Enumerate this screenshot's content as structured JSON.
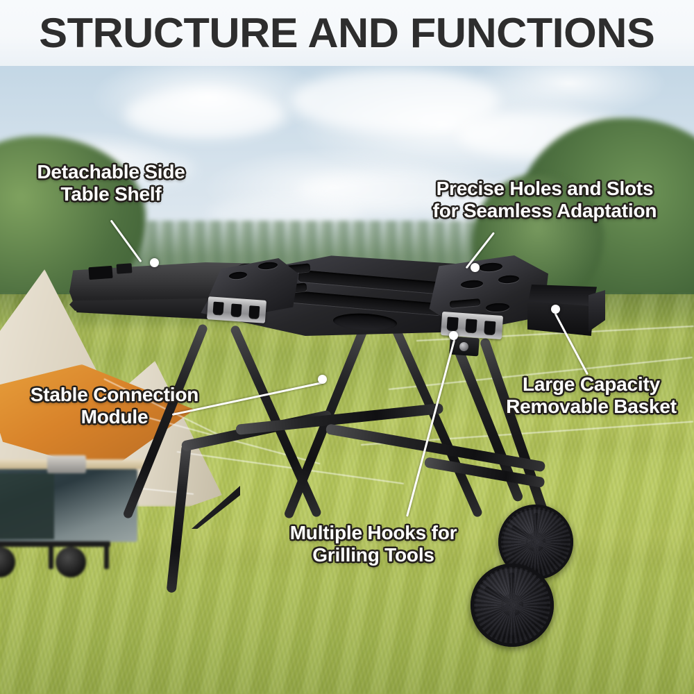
{
  "header": {
    "title": "STRUCTURE AND FUNCTIONS"
  },
  "scene": {
    "description": "Black foldable grill cart stand on a grassy campsite field with tents and trees",
    "colors": {
      "banner_bg": "#f8fafc",
      "title_text": "#2e2e2e",
      "sky_top": "#b8cee0",
      "grass": "#bccd5e",
      "tent_orange": "#d8832a",
      "product_black": "#17171a",
      "hook_silver": "#b4b4b6",
      "callout_text": "#ffffff",
      "callout_outline": "#24201c",
      "leader_line": "#ffffff"
    }
  },
  "callouts": [
    {
      "id": "detachable-side-table-shelf",
      "label": "Detachable Side\nTable Shelf",
      "target": "left side shelf panel"
    },
    {
      "id": "precise-holes-and-slots",
      "label": "Precise Holes and Slots\nfor Seamless Adaptation",
      "target": "mounting plate oval holes"
    },
    {
      "id": "stable-connection-module",
      "label": "Stable Connection\nModule",
      "target": "X-frame cross joint"
    },
    {
      "id": "large-capacity-removable-basket",
      "label": "Large Capacity\nRemovable Basket",
      "target": "right side removable basket"
    },
    {
      "id": "multiple-hooks-for-grilling-tools",
      "label": "Multiple Hooks for\nGrilling Tools",
      "target": "silver hook bracket"
    }
  ],
  "product": {
    "name": "folding grill cart stand",
    "parts": [
      "side table shelf",
      "main table top with slots",
      "mounting plate",
      "removable basket",
      "hook brackets",
      "X folding leg frame",
      "wheels"
    ],
    "hook_count_left": 3,
    "hook_count_right": 3,
    "wheel_count": 2
  }
}
